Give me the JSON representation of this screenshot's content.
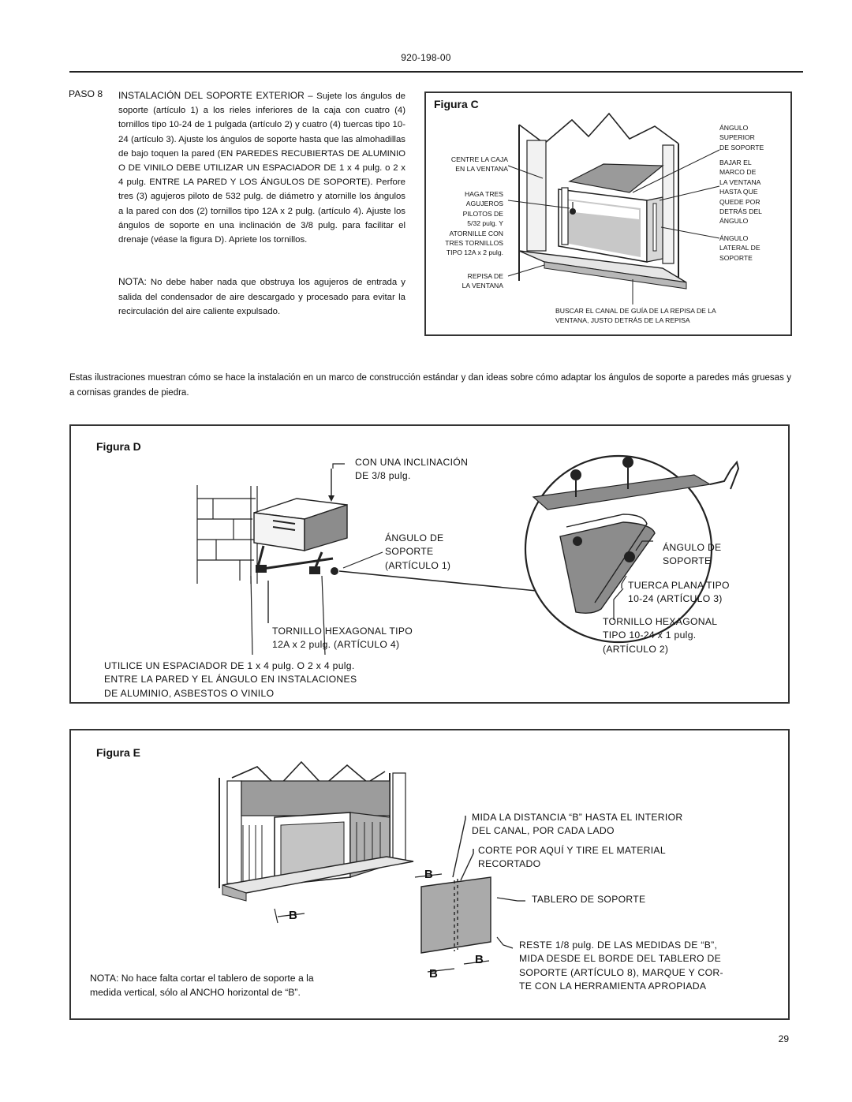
{
  "header": {
    "doc_number": "920-198-00"
  },
  "step8": {
    "label": "PASO 8",
    "title": "INSTALACIÓN DEL SOPORTE EXTERIOR",
    "body": " – Sujete los ángulos de soporte (artículo 1) a los rieles inferiores de la caja con cuatro (4) tornillos tipo 10-24 de 1 pulgada (artículo 2) y cuatro (4) tuercas tipo 10-24 (artículo 3). Ajuste los ángulos de soporte hasta que las almohadillas de bajo toquen la pared (EN PAREDES RECUBIERTAS DE ALUMINIO O DE VINILO DEBE UTILIZAR UN ESPACIADOR DE 1 x 4 pulg. o 2 x 4 pulg. ENTRE LA PARED Y LOS ÁNGULOS DE SOPORTE). Perfore tres (3) agujeros piloto de 532 pulg. de diámetro y atornille los ángulos a la pared con dos (2) tornillos tipo 12A x 2 pulg. (artículo 4). Ajuste los ángulos de soporte en una inclinación de 3/8 pulg. para facilitar el drenaje (véase la figura D). Apriete los tornillos.",
    "nota_label": "NOTA:",
    "nota_text": " No debe haber nada que obstruya los agujeros de entrada y salida del condensador de aire descargado y procesado para evitar la recirculación del aire caliente expulsado."
  },
  "figure_c": {
    "title": "Figura C",
    "labels": {
      "centre": [
        "CENTRE LA CAJA",
        "EN LA VENTANA"
      ],
      "holes": [
        "HAGA TRES",
        "AGUJEROS",
        "PILOTOS DE",
        "5/32 pulg. Y",
        "ATORNILLE CON",
        "TRES TORNILLOS",
        "TIPO 12A x 2 pulg."
      ],
      "sill": [
        "REPISA DE",
        "LA VENTANA"
      ],
      "upper_angle": [
        "ÁNGULO",
        "SUPERIOR",
        "DE SOPORTE"
      ],
      "lower_frame": [
        "BAJAR EL",
        "MARCO DE",
        "LA VENTANA",
        "HASTA QUE",
        "QUEDE POR",
        "DETRÁS DEL",
        "ÁNGULO"
      ],
      "side_angle": [
        "ÁNGULO",
        "LATERAL DE",
        "SOPORTE"
      ],
      "channel": [
        "BUSCAR EL CANAL DE GUÍA DE LA REPISA DE LA",
        "VENTANA, JUSTO DETRÁS DE LA REPISA"
      ]
    }
  },
  "intro_text": "Estas ilustraciones muestran cómo se hace la instalación en un marco de construcción estándar y dan ideas sobre cómo adaptar los ángulos de soporte a paredes más gruesas y a cornisas grandes de piedra.",
  "figure_d": {
    "title": "Figura D",
    "labels": {
      "slope": [
        "CON UNA INCLINACIÓN",
        "DE 3/8 pulg."
      ],
      "bracket": [
        "ÁNGULO DE",
        "SOPORTE",
        "(ARTÍCULO 1)"
      ],
      "hex_screw_4": [
        "TORNILLO HEXAGONAL TIPO",
        "12A x 2 pulg. (ARTÍCULO 4)"
      ],
      "spacer": [
        "UTILICE UN ESPACIADOR DE 1 x 4 pulg. O 2 x 4 pulg.",
        "ENTRE LA PARED Y EL ÁNGULO EN INSTALACIONES",
        "DE ALUMINIO, ASBESTOS O VINILO"
      ],
      "angle_right": [
        "ÁNGULO DE",
        "SOPORTE"
      ],
      "nut": [
        "TUERCA PLANA TIPO",
        "10-24 (ARTÍCULO 3)"
      ],
      "hex_screw_2": [
        "TORNILLO HEXAGONAL",
        "TIPO 10-24 x 1 pulg.",
        "(ARTÍCULO 2)"
      ]
    }
  },
  "figure_e": {
    "title": "Figura E",
    "labels": {
      "measure": [
        "MIDA LA DISTANCIA “B” HASTA EL INTERIOR",
        "DEL CANAL, POR CADA LADO"
      ],
      "cut": [
        "CORTE POR AQUÍ Y TIRE EL MATERIAL",
        "RECORTADO"
      ],
      "panel": [
        "TABLERO DE SOPORTE"
      ],
      "subtract": [
        "RESTE 1/8 pulg. DE LAS MEDIDAS DE “B”,",
        "MIDA DESDE EL BORDE DEL TABLERO DE",
        "SOPORTE (ARTÍCULO 8), MARQUE Y COR-",
        "TE CON LA HERRAMIENTA APROPIADA"
      ],
      "b": "B",
      "nota": [
        "NOTA: No hace falta cortar el tablero de soporte a la",
        "medida vertical, sólo al ANCHO horizontal de “B”."
      ]
    }
  },
  "footer": {
    "page_number": "29"
  }
}
